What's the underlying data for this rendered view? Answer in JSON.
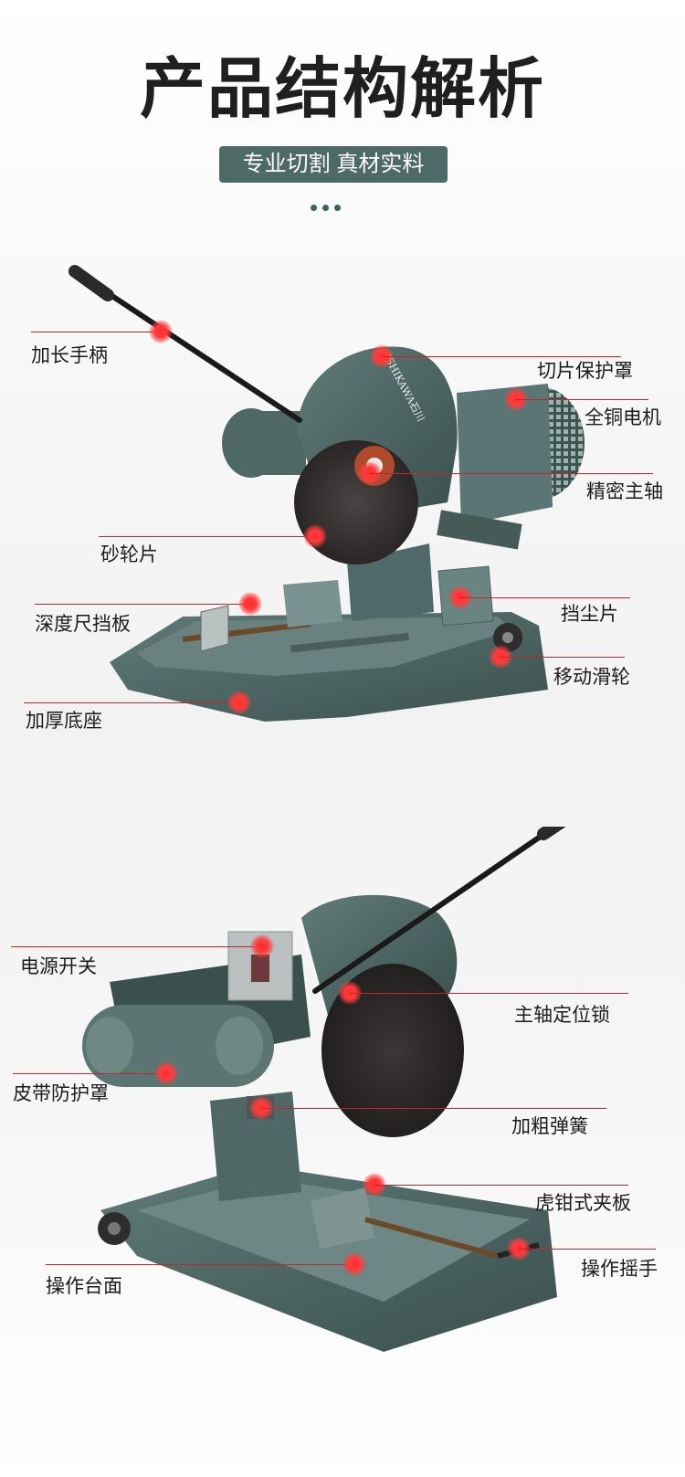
{
  "header": {
    "title": "产品结构解析",
    "subtitle": "专业切割 真材实料"
  },
  "colors": {
    "machine_body": "#4d6865",
    "machine_dark": "#3a504d",
    "disc": "#2f2b2b",
    "accent_red": "#e0242c",
    "badge_bg": "#4e6a66"
  },
  "brand_mark": "ISHIKAWA石川",
  "diagram1": {
    "labels": [
      "加长手柄",
      "切片保护罩",
      "全铜电机",
      "精密主轴",
      "砂轮片",
      "深度尺挡板",
      "挡尘片",
      "移动滑轮",
      "加厚底座"
    ]
  },
  "diagram2": {
    "labels": [
      "电源开关",
      "主轴定位锁",
      "皮带防护罩",
      "加粗弹簧",
      "虎钳式夹板",
      "操作摇手",
      "操作台面"
    ]
  }
}
